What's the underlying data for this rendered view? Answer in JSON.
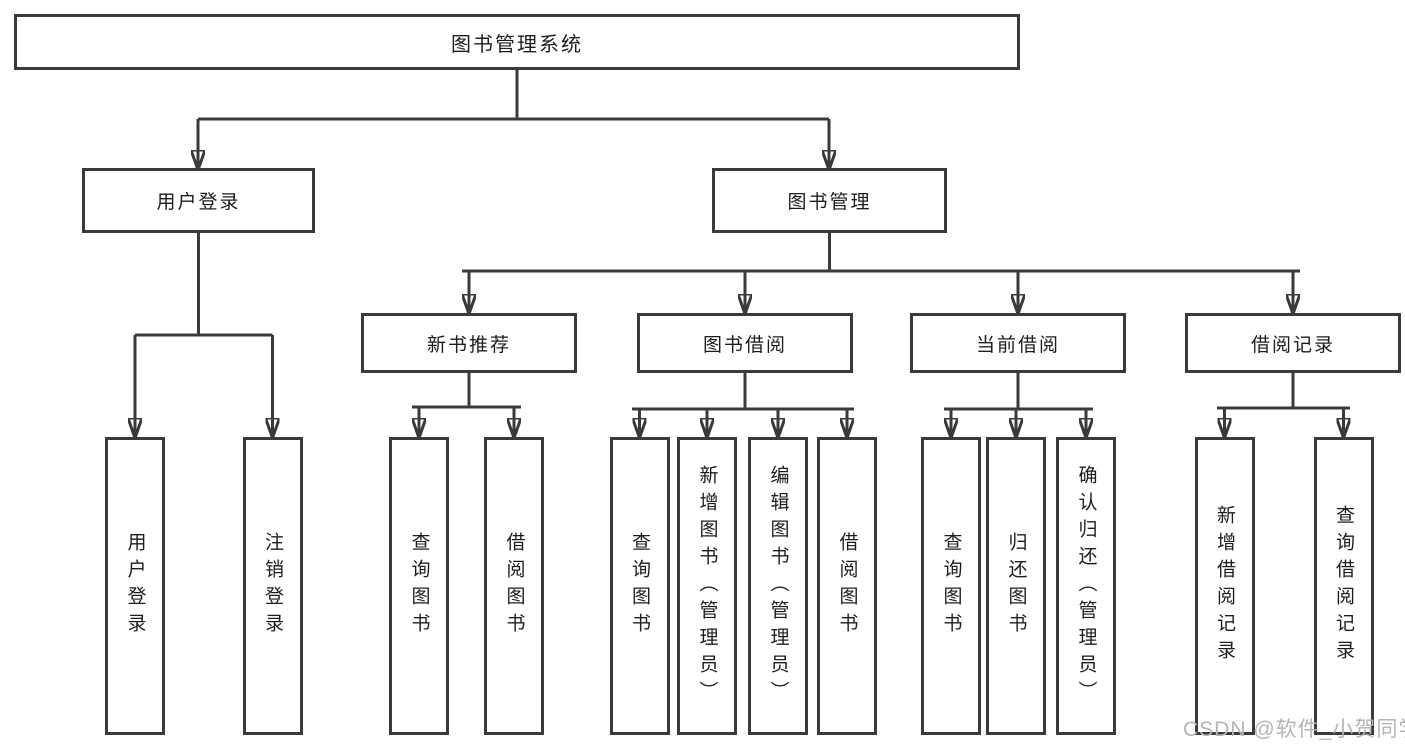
{
  "diagram_type": "hierarchy-flowchart",
  "tree": {
    "label": "图书管理系统",
    "children": [
      {
        "label": "用户登录",
        "children": [
          {
            "label": "用户登录"
          },
          {
            "label": "注销登录"
          }
        ]
      },
      {
        "label": "图书管理",
        "children": [
          {
            "label": "新书推荐",
            "children": [
              {
                "label": "查询图书"
              },
              {
                "label": "借阅图书"
              }
            ]
          },
          {
            "label": "图书借阅",
            "children": [
              {
                "label": "查询图书"
              },
              {
                "label": "新增图书（管理员）"
              },
              {
                "label": "编辑图书（管理员）"
              },
              {
                "label": "借阅图书"
              }
            ]
          },
          {
            "label": "当前借阅",
            "children": [
              {
                "label": "查询图书"
              },
              {
                "label": "归还图书"
              },
              {
                "label": "确认归还（管理员）"
              }
            ]
          },
          {
            "label": "借阅记录",
            "children": [
              {
                "label": "新增借阅记录"
              },
              {
                "label": "查询借阅记录"
              }
            ]
          }
        ]
      }
    ]
  },
  "watermark": {
    "text": "CSDN @软件_小贺同学"
  },
  "colors": {
    "line": "#3a3a3a",
    "text": "#1d1d1d",
    "background": "#ffffff",
    "watermark": "#b5b5b5"
  }
}
